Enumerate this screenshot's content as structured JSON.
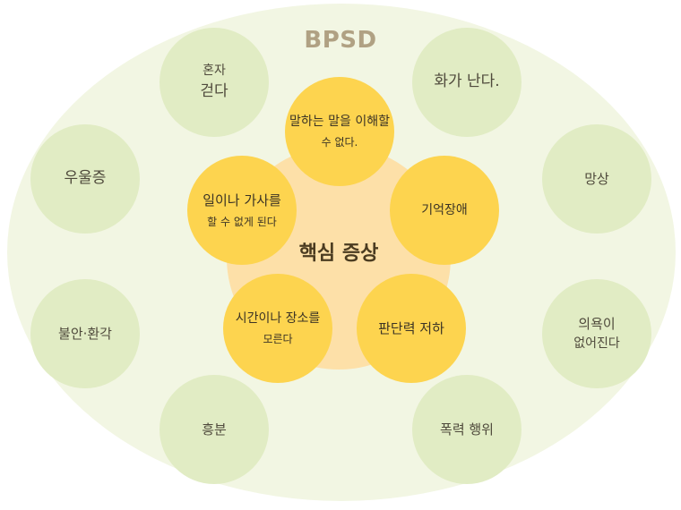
{
  "title": "BPSD",
  "core": {
    "label": "핵심 증상",
    "items": [
      {
        "line1": "말하는 말을 이해할",
        "line2": "수 없다."
      },
      {
        "line1": "기억장애"
      },
      {
        "line1": "판단력 저하"
      },
      {
        "line1": "시간이나 장소를",
        "line2": "모른다"
      },
      {
        "line1": "일이나 가사를",
        "line2": "할 수 없게 된다"
      }
    ]
  },
  "peripheral": [
    {
      "line1": "혼자",
      "line2": "걷다"
    },
    {
      "line1": "화가 난다."
    },
    {
      "line1": "우울증"
    },
    {
      "line1": "망상"
    },
    {
      "line1": "불안·환각"
    },
    {
      "line1": "의욕이",
      "line2": "없어진다"
    },
    {
      "line1": "흥분"
    },
    {
      "line1": "폭력 행위"
    }
  ],
  "colors": {
    "outer": "#f2f6e3",
    "peripheral": "#e1ecc4",
    "core_bg": "#fde0a8",
    "core_items": "#fdd44f",
    "title": "#b0a183"
  }
}
